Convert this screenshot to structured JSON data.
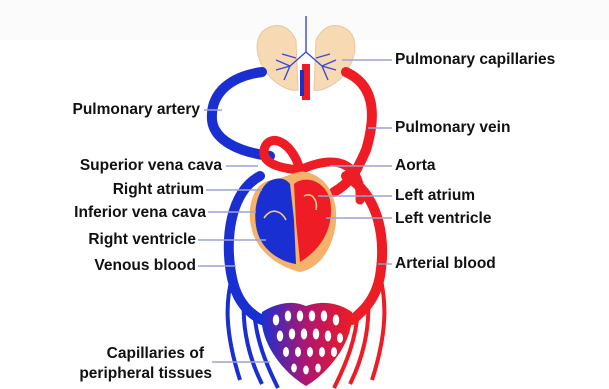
{
  "labels": {
    "pulmonary_capillaries": "Pulmonary capillaries",
    "pulmonary_artery": "Pulmonary artery",
    "pulmonary_vein": "Pulmonary vein",
    "superior_vena_cava": "Superior vena cava",
    "aorta": "Aorta",
    "right_atrium": "Right atrium",
    "left_atrium": "Left atrium",
    "inferior_vena_cava": "Inferior vena cava",
    "left_ventricle": "Left ventricle",
    "right_ventricle": "Right ventricle",
    "venous_blood": "Venous blood",
    "arterial_blood": "Arterial blood",
    "capillaries_line1": "Capillaries of",
    "capillaries_line2": "peripheral tissues"
  },
  "colors": {
    "venous": "#1a2fd1",
    "arterial": "#ee1c24",
    "lungs": "#f7d9b4",
    "heart_shell": "#f4b26a",
    "leader_lines": "#9aa4d8"
  }
}
